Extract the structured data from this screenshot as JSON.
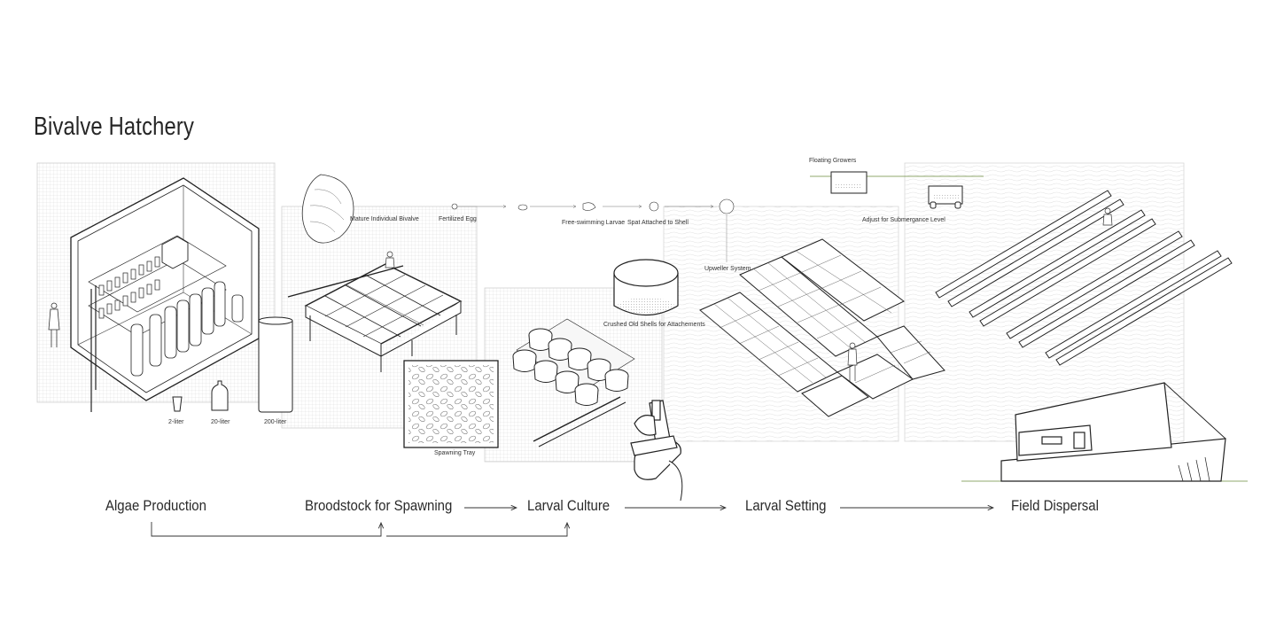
{
  "title": "Bivalve Hatchery",
  "labels": {
    "two_liter": "2-liter",
    "twenty_liter": "20-liter",
    "two_hundred_liter": "200-liter",
    "mature_bivalve": "Mature Individual Bivalve",
    "fertilized_egg": "Fertilized Egg",
    "free_swimming": "Free-swimming Larvae",
    "spat_attached": "Spat Attached to Shell",
    "floating_growers": "Floating Growers",
    "adjust_submergence": "Adjust for Submergance Level",
    "upweller": "Upweller System",
    "crushed_shells": "Crushed Old Shells for Attachements",
    "spawning_tray": "Spawning Tray"
  },
  "stages": {
    "algae": "Algae Production",
    "broodstock": "Broodstock for Spawning",
    "larval_culture": "Larval Culture",
    "larval_setting": "Larval Setting",
    "field_dispersal": "Field Dispersal"
  },
  "icons": [
    "person-icon",
    "oyster-shell-icon",
    "microscope-icon",
    "boat-icon",
    "bottle-icon",
    "tank-icon"
  ]
}
